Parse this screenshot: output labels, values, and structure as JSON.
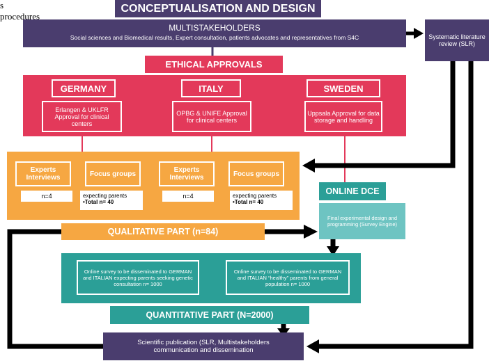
{
  "cut_text": "s procedures",
  "header": "CONCEPTUALISATION AND DESIGN",
  "multistakeholders": {
    "title": "MULTISTAKEHOLDERS",
    "text": "Social sciences and Biomedical results, Expert consultation, patients advocates and representatives from S4C"
  },
  "slr": "Systematic literature review (SLR)",
  "ethical": "ETHICAL APPROVALS",
  "countries": [
    {
      "name": "GERMANY",
      "desc": "Erlangen & UKLFR Approval for clinical centers"
    },
    {
      "name": "ITALY",
      "desc": "OPBG & UNIFE Approval for clinical centers"
    },
    {
      "name": "SWEDEN",
      "desc": "Uppsala Approval for data storage and handling"
    }
  ],
  "groups": [
    {
      "experts": "Experts Interviews",
      "focus": "Focus groups",
      "n": "n=4",
      "parents": "expecting parents",
      "total": "•Total n= 40"
    },
    {
      "experts": "Experts Interviews",
      "focus": "Focus groups",
      "n": "n=4",
      "parents": "expecting parents",
      "total": "•Total n= 40"
    }
  ],
  "online_dce": "ONLINE DCE",
  "final_design": "Final experimental design and programming (Survey Engine)",
  "qualitative": "QUALITATIVE PART (n=84)",
  "surveys": [
    "Online survey to be disseminated to GERMAN and ITALIAN expecting parents seeking genetic consultation n= 1000",
    "Online survey to be disseminated to GERMAN and ITALIAN “healthy” parents from general population n= 1000"
  ],
  "quantitative": "QUANTITATIVE PART (N=2000)",
  "publication": "Scientific publication (SLR, Multistakeholders communication and dissemination"
}
